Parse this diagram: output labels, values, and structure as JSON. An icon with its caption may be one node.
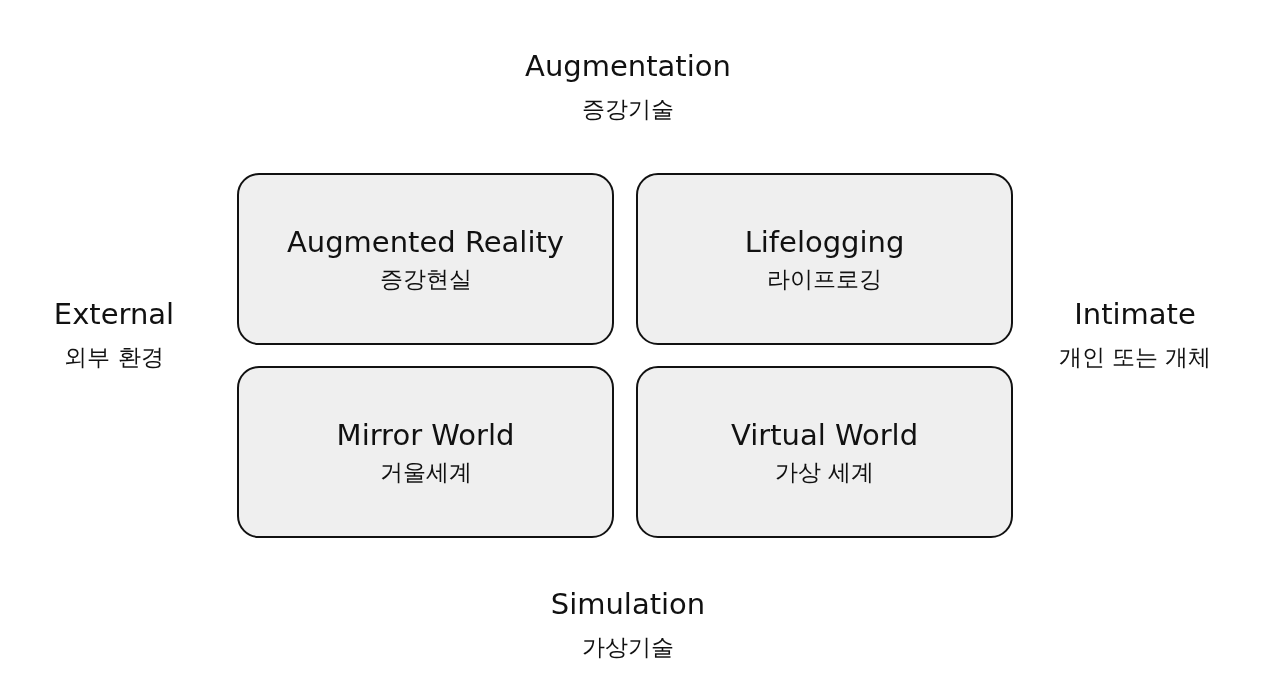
{
  "diagram": {
    "nodes": [
      {
        "text": [
          "Augmented Reality",
          "증강현실"
        ]
      },
      {
        "text": [
          "Lifelogging",
          "라이프로깅"
        ]
      },
      {
        "text": [
          "Mirror World",
          "거울세계"
        ]
      },
      {
        "text": [
          "Virtual World",
          "가상 세계"
        ]
      }
    ],
    "labels": [
      "Augmentation",
      "증강기술",
      "External",
      "외부 환경",
      "Intimate",
      "개인 또는 개체",
      "Simulation",
      "가상기술"
    ]
  }
}
